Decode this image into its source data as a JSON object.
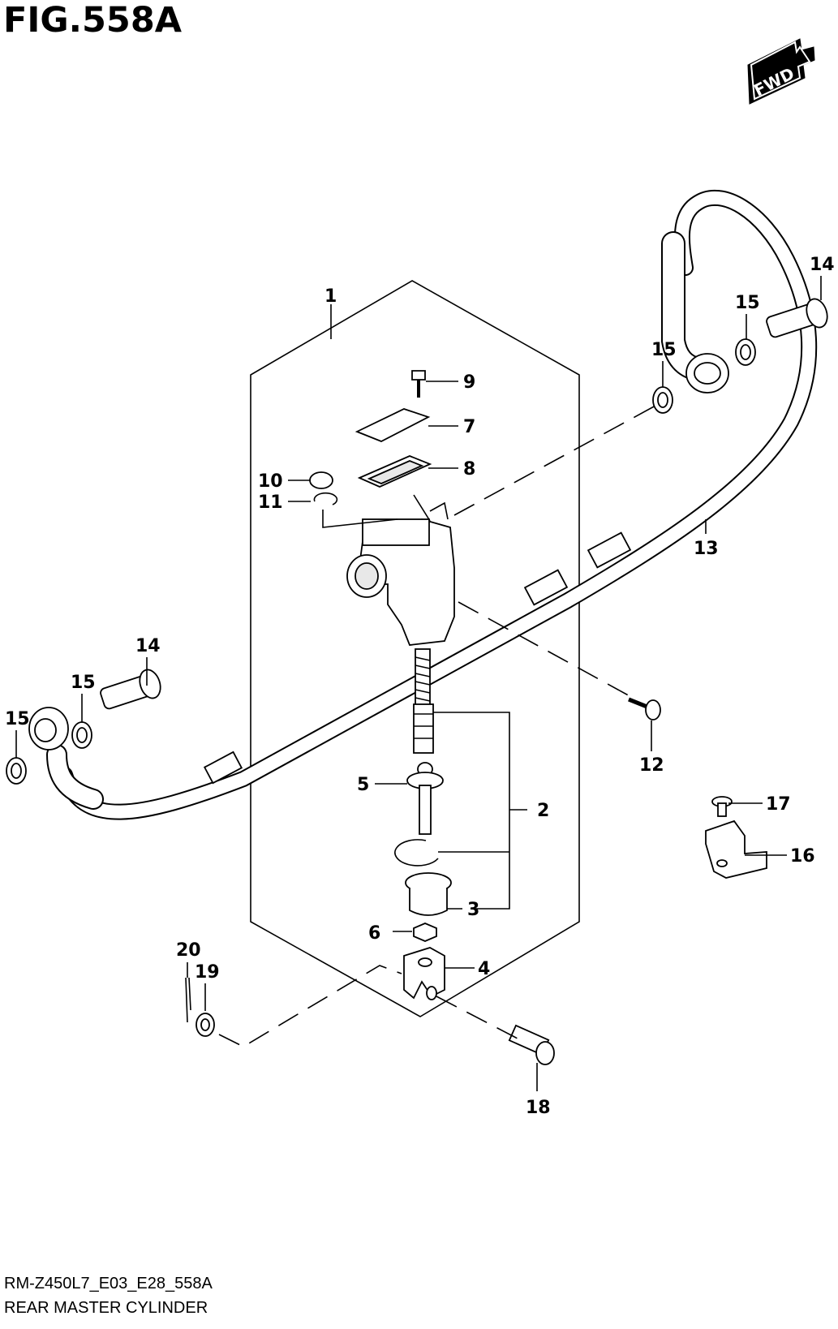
{
  "figure": {
    "title": "FIG.558A",
    "fwd_label": "FWD"
  },
  "footer": {
    "model_code": "RM-Z450L7_E03_E28_558A",
    "section_name": "REAR MASTER CYLINDER"
  },
  "callouts": [
    {
      "id": "1",
      "label": "1"
    },
    {
      "id": "2",
      "label": "2"
    },
    {
      "id": "3",
      "label": "3"
    },
    {
      "id": "4",
      "label": "4"
    },
    {
      "id": "5",
      "label": "5"
    },
    {
      "id": "6",
      "label": "6"
    },
    {
      "id": "7",
      "label": "7"
    },
    {
      "id": "8",
      "label": "8"
    },
    {
      "id": "9",
      "label": "9"
    },
    {
      "id": "10",
      "label": "10"
    },
    {
      "id": "11",
      "label": "11"
    },
    {
      "id": "12",
      "label": "12"
    },
    {
      "id": "13",
      "label": "13"
    },
    {
      "id": "14a",
      "label": "14"
    },
    {
      "id": "14b",
      "label": "14"
    },
    {
      "id": "15a",
      "label": "15"
    },
    {
      "id": "15b",
      "label": "15"
    },
    {
      "id": "15c",
      "label": "15"
    },
    {
      "id": "15d",
      "label": "15"
    },
    {
      "id": "16",
      "label": "16"
    },
    {
      "id": "17",
      "label": "17"
    },
    {
      "id": "18",
      "label": "18"
    },
    {
      "id": "19",
      "label": "19"
    },
    {
      "id": "20",
      "label": "20"
    }
  ]
}
